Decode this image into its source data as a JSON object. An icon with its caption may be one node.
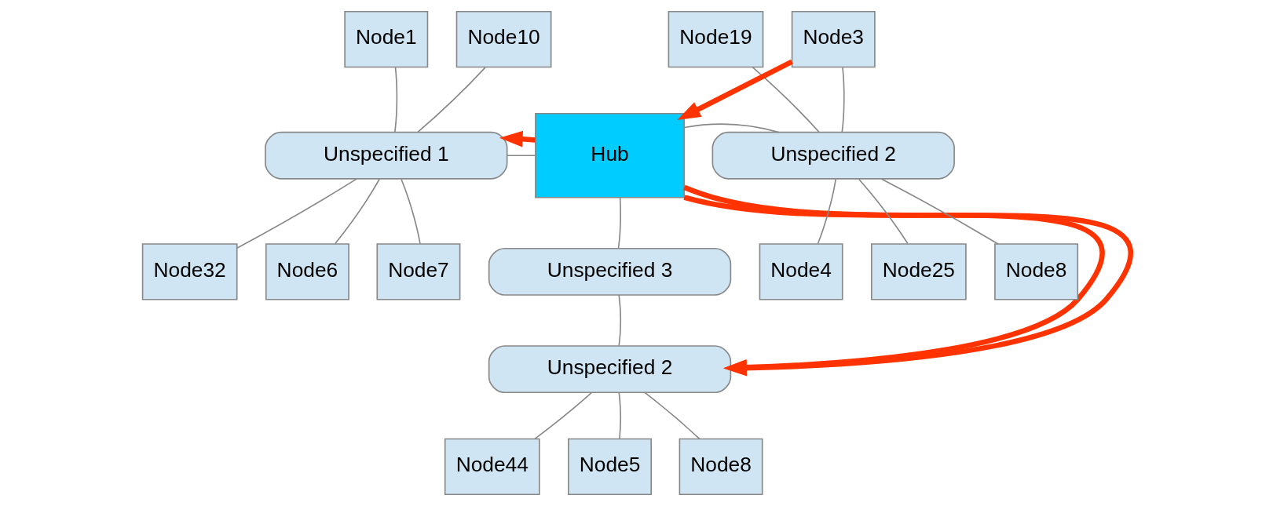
{
  "diagram": {
    "nodes": [
      {
        "text": [
          "Node1"
        ]
      },
      {
        "text": [
          "Node10"
        ]
      },
      {
        "text": [
          "Node19"
        ]
      },
      {
        "text": [
          "Node3"
        ]
      },
      {
        "text": [
          "Hub"
        ]
      },
      {
        "text": [
          "Unspecified 1"
        ]
      },
      {
        "text": [
          "Unspecified 2"
        ]
      },
      {
        "text": [
          "Node32"
        ]
      },
      {
        "text": [
          "Node6"
        ]
      },
      {
        "text": [
          "Node7"
        ]
      },
      {
        "text": [
          "Node4"
        ]
      },
      {
        "text": [
          "Node25"
        ]
      },
      {
        "text": [
          "Node8"
        ]
      },
      {
        "text": [
          "Unspecified 3"
        ]
      },
      {
        "text": [
          "Unspecified 2"
        ]
      },
      {
        "text": [
          "Node44"
        ]
      },
      {
        "text": [
          "Node5"
        ]
      },
      {
        "text": [
          "Node8"
        ]
      }
    ],
    "edges": [
      {
        "from": 0,
        "to": 5,
        "arrow": "none"
      },
      {
        "from": 1,
        "to": 5,
        "arrow": "none"
      },
      {
        "from": 2,
        "to": 6,
        "arrow": "none"
      },
      {
        "from": 3,
        "to": 6,
        "arrow": "none"
      },
      {
        "from": 7,
        "to": 5,
        "arrow": "none"
      },
      {
        "from": 8,
        "to": 5,
        "arrow": "none"
      },
      {
        "from": 9,
        "to": 5,
        "arrow": "none"
      },
      {
        "from": 10,
        "to": 6,
        "arrow": "none"
      },
      {
        "from": 11,
        "to": 6,
        "arrow": "none"
      },
      {
        "from": 12,
        "to": 6,
        "arrow": "none"
      },
      {
        "from": 15,
        "to": 14,
        "arrow": "none"
      },
      {
        "from": 16,
        "to": 14,
        "arrow": "none"
      },
      {
        "from": 17,
        "to": 14,
        "arrow": "none"
      },
      {
        "from": 5,
        "to": 4,
        "arrow": "none"
      },
      {
        "from": 4,
        "to": 6,
        "arrow": "none"
      },
      {
        "from": 4,
        "to": 13,
        "arrow": "none"
      },
      {
        "from": 13,
        "to": 14,
        "arrow": "none"
      },
      {
        "from": 4,
        "to": 5,
        "arrow": "to",
        "style": "thick",
        "color": "#ff3300"
      },
      {
        "from": 3,
        "to": 4,
        "arrow": "to",
        "style": "thick",
        "color": "#ff3300"
      },
      {
        "from": 4,
        "to": 14,
        "arrow": "to",
        "style": "thick",
        "color": "#ff3300"
      },
      {
        "from": 4,
        "to": 14,
        "arrow": "to",
        "style": "thick",
        "color": "#ff3300"
      }
    ]
  }
}
